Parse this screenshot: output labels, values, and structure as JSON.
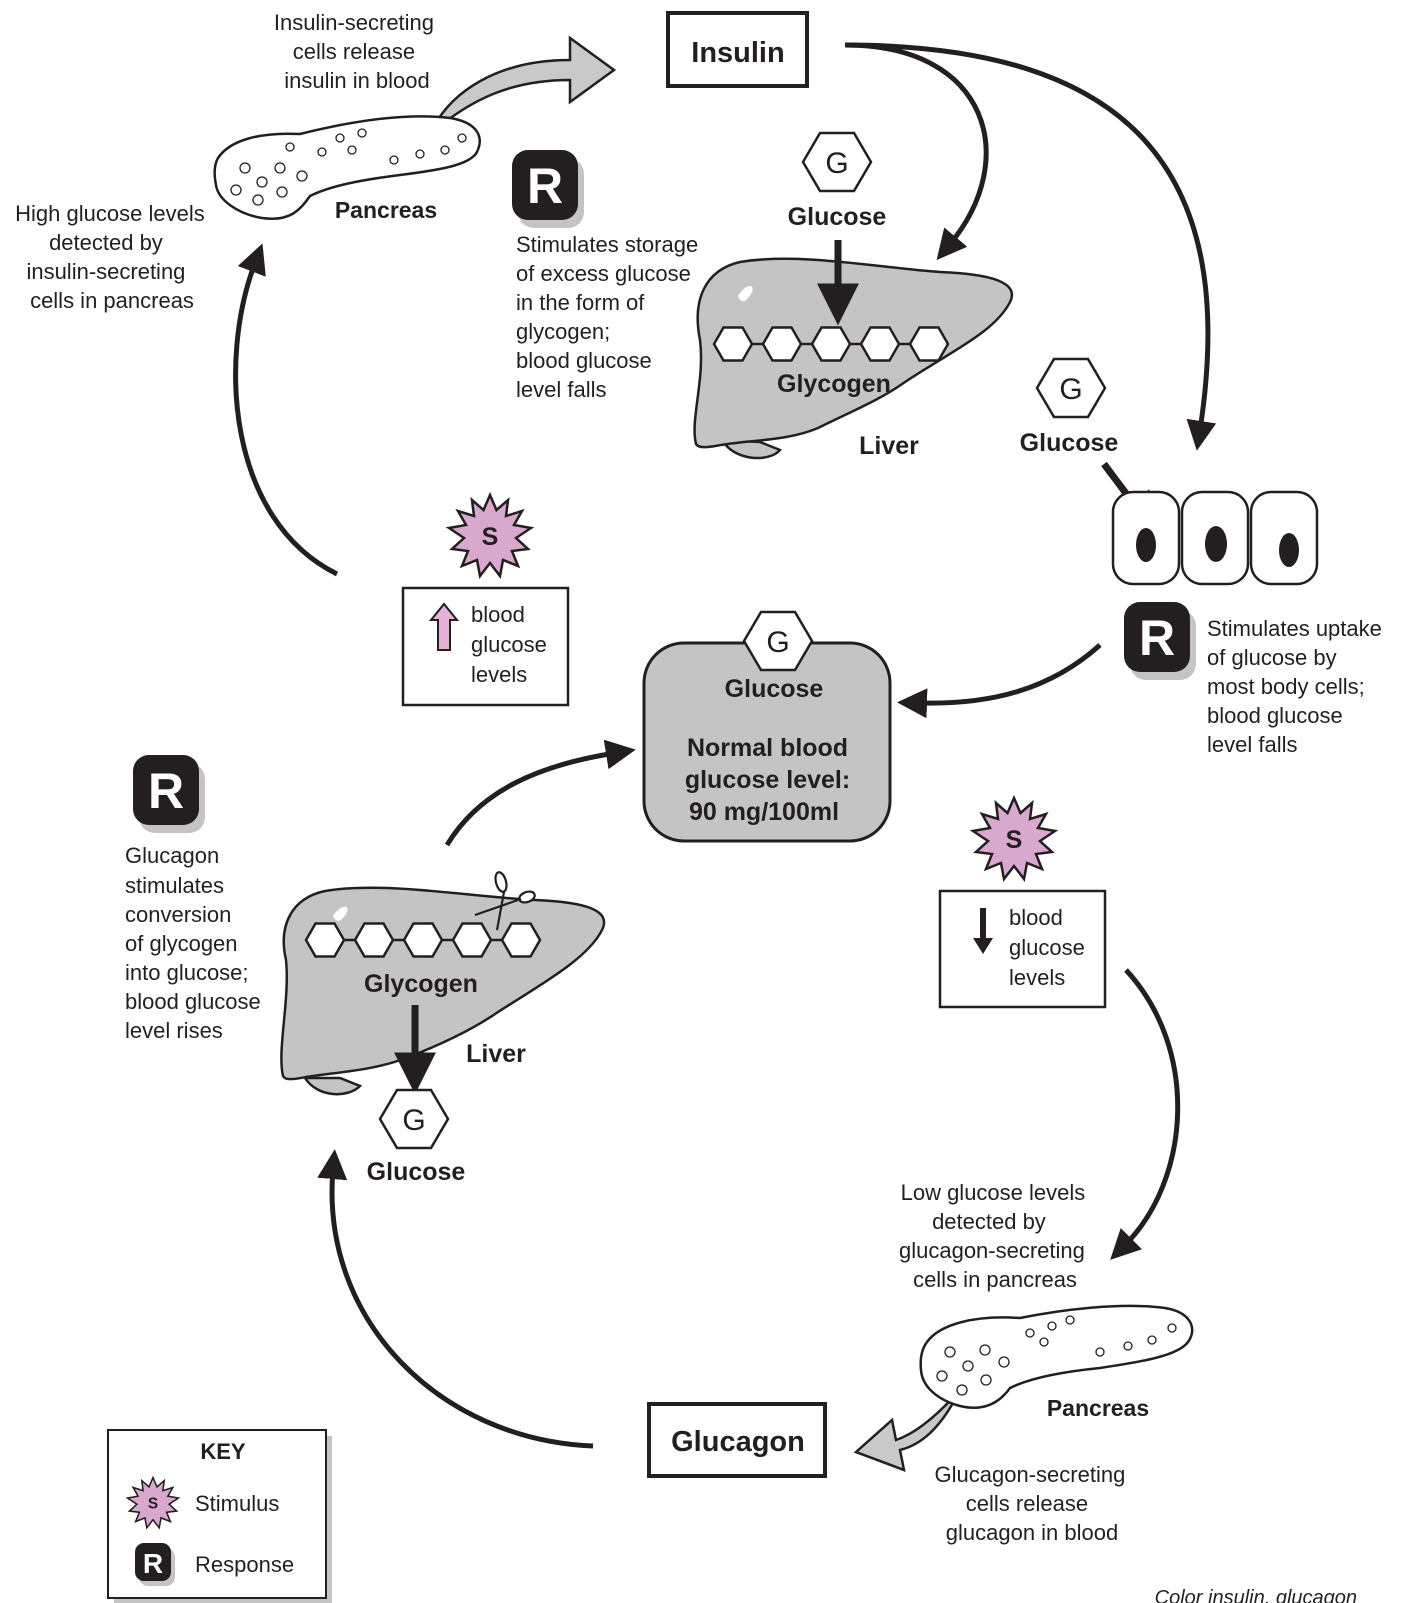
{
  "colors": {
    "line": "#231f20",
    "organ_fill": "#c4c4c5",
    "stimulus_fill": "#d9a8cf",
    "response_fill": "#231f20",
    "hollow_arrow_fill": "#c9c9c9",
    "up_arrow_fill": "#e6b3d6"
  },
  "icons": [
    "stimulus-starburst-icon",
    "response-badge-icon",
    "glucose-hexagon-icon",
    "glycogen-chain-icon",
    "liver-icon",
    "pancreas-icon",
    "body-cells-icon",
    "scissors-icon",
    "up-arrow-icon",
    "down-arrow-icon"
  ],
  "top": {
    "release_text": [
      "Insulin-secreting",
      "cells release",
      "insulin in blood"
    ],
    "pancreas_label": "Pancreas",
    "hormone": "Insulin",
    "detect_text": [
      "High glucose levels",
      "detected by",
      "insulin-secreting",
      "cells in pancreas"
    ],
    "response_letter": "R",
    "liver_response_text": [
      "Stimulates storage",
      "of excess glucose",
      "in the form of",
      "glycogen;",
      "blood glucose",
      "level falls"
    ],
    "glucose_symbol": "G",
    "glucose_label": "Glucose",
    "glycogen_label": "Glycogen",
    "liver_label": "Liver",
    "cells_glucose_symbol": "G",
    "cells_glucose_label": "Glucose",
    "cells_response_letter": "R",
    "cells_response_text": [
      "Stimulates uptake",
      "of glucose by",
      "most body cells;",
      "blood glucose",
      "level falls"
    ]
  },
  "stimulus_high": {
    "letter": "S",
    "text": [
      "blood",
      "glucose",
      "levels"
    ]
  },
  "center": {
    "symbol": "G",
    "label": "Glucose",
    "normal_text": [
      "Normal blood",
      "glucose level:",
      "90 mg/100ml"
    ]
  },
  "stimulus_low": {
    "letter": "S",
    "text": [
      "blood",
      "glucose",
      "levels"
    ]
  },
  "bottom": {
    "response_letter": "R",
    "liver_response_text": [
      "Glucagon",
      "stimulates",
      "conversion",
      "of glycogen",
      "into glucose;",
      "blood glucose",
      "level rises"
    ],
    "glycogen_label": "Glycogen",
    "liver_label": "Liver",
    "glucose_symbol": "G",
    "glucose_label": "Glucose",
    "detect_text": [
      "Low glucose levels",
      "detected by",
      "glucagon-secreting",
      "cells in pancreas"
    ],
    "pancreas_label": "Pancreas",
    "hormone": "Glucagon",
    "release_text": [
      "Glucagon-secreting",
      "cells release",
      "glucagon in blood"
    ]
  },
  "key": {
    "title": "KEY",
    "stimulus_letter": "S",
    "stimulus_label": "Stimulus",
    "response_letter": "R",
    "response_label": "Response"
  },
  "footer_note": "Color insulin, glucagon"
}
